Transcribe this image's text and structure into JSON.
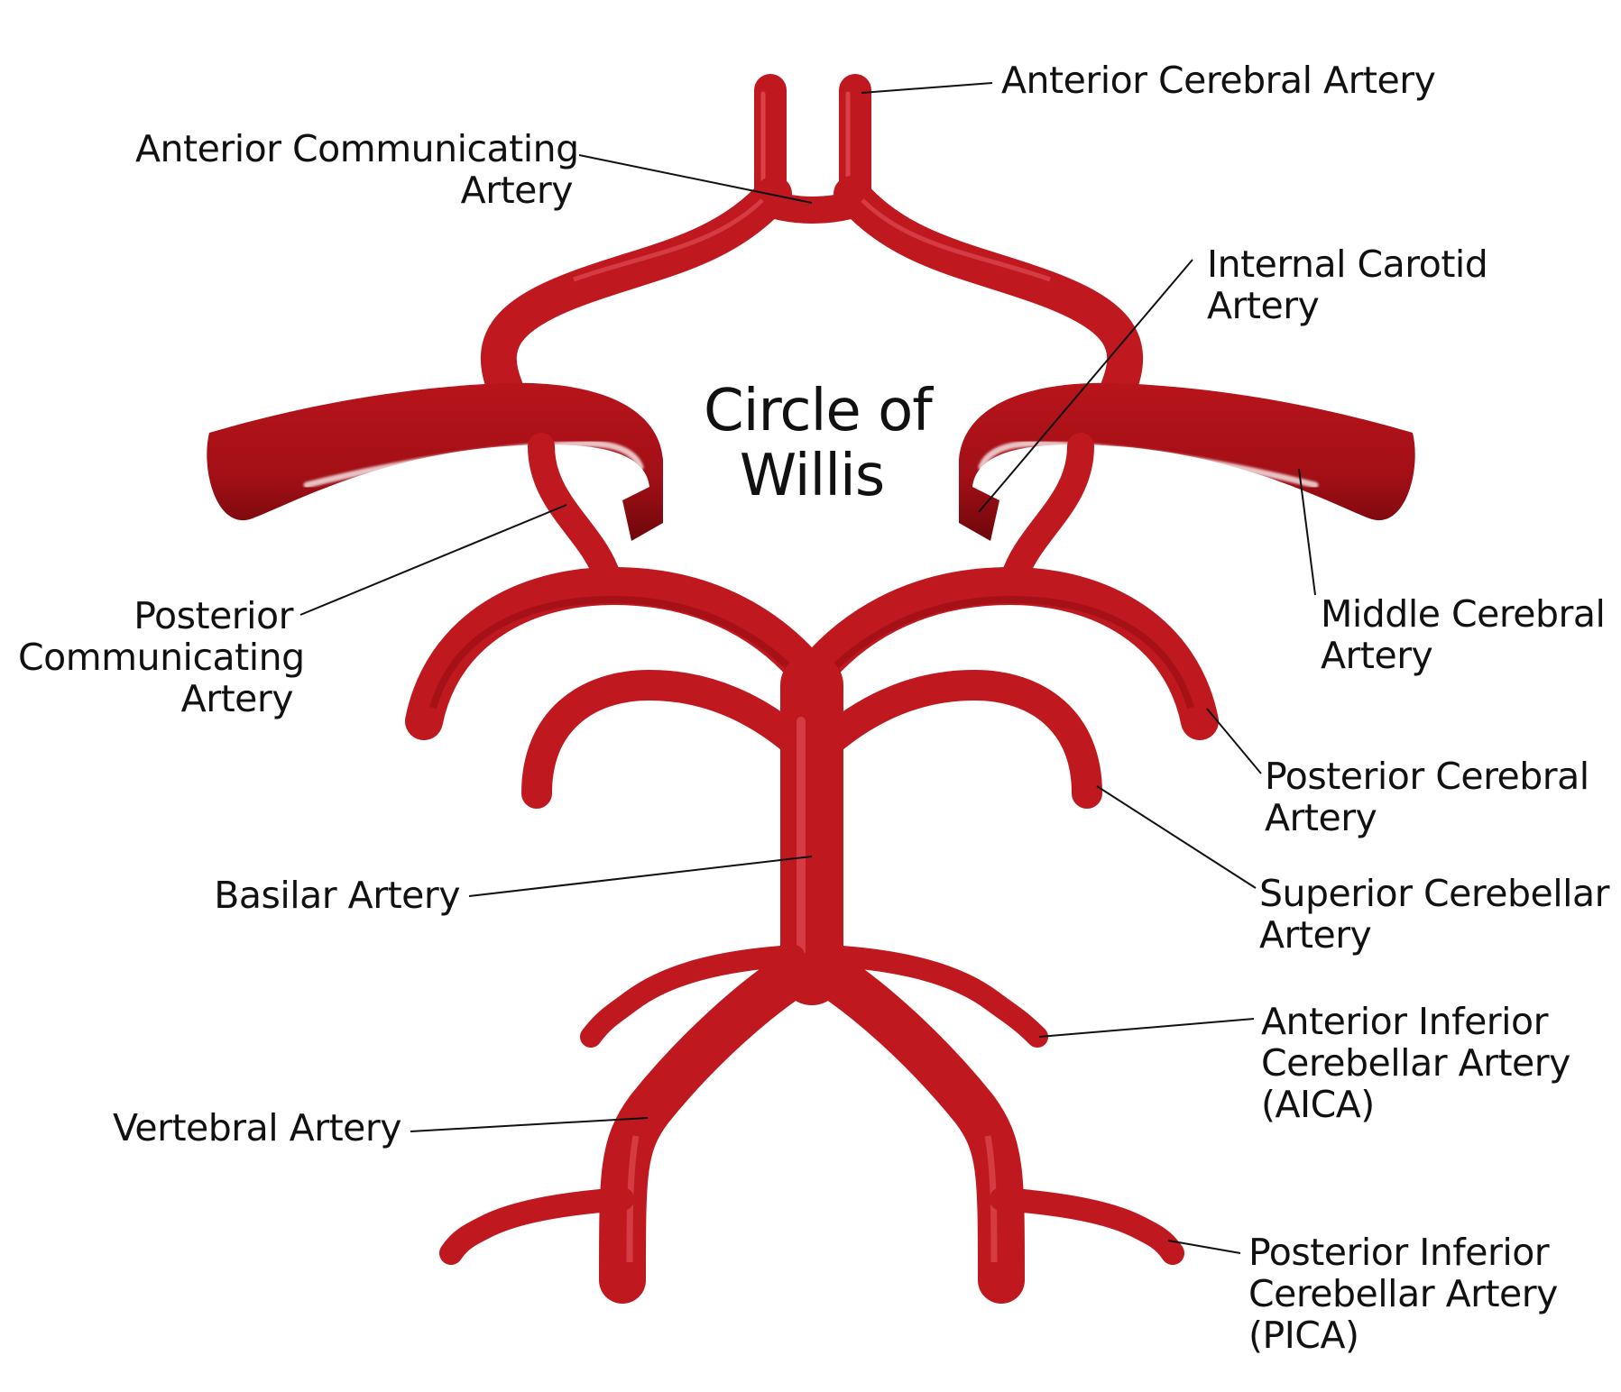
{
  "title": {
    "line1": "Circle of",
    "line2": "Willis"
  },
  "labels": {
    "aca": {
      "lines": [
        "Anterior Cerebral Artery"
      ]
    },
    "acom": {
      "lines": [
        "Anterior Communicating",
        "Artery"
      ]
    },
    "ica": {
      "lines": [
        "Internal Carotid",
        "Artery"
      ]
    },
    "pcom": {
      "lines": [
        "Posterior",
        "Communicating",
        "Artery"
      ]
    },
    "mca": {
      "lines": [
        "Middle Cerebral",
        "Artery"
      ]
    },
    "pca": {
      "lines": [
        "Posterior Cerebral",
        "Artery"
      ]
    },
    "sca": {
      "lines": [
        "Superior Cerebellar",
        "Artery"
      ]
    },
    "basilar": {
      "lines": [
        "Basilar Artery"
      ]
    },
    "aica": {
      "lines": [
        "Anterior Inferior",
        "Cerebellar Artery",
        "(AICA)"
      ]
    },
    "vertebral": {
      "lines": [
        "Vertebral Artery"
      ]
    },
    "pica": {
      "lines": [
        "Posterior Inferior",
        "Cerebellar Artery",
        "(PICA)"
      ]
    }
  },
  "colors": {
    "artery": "#c0181f",
    "artery_dark": "#8f0d12",
    "artery_light": "#e2535a",
    "leader": "#111111"
  }
}
